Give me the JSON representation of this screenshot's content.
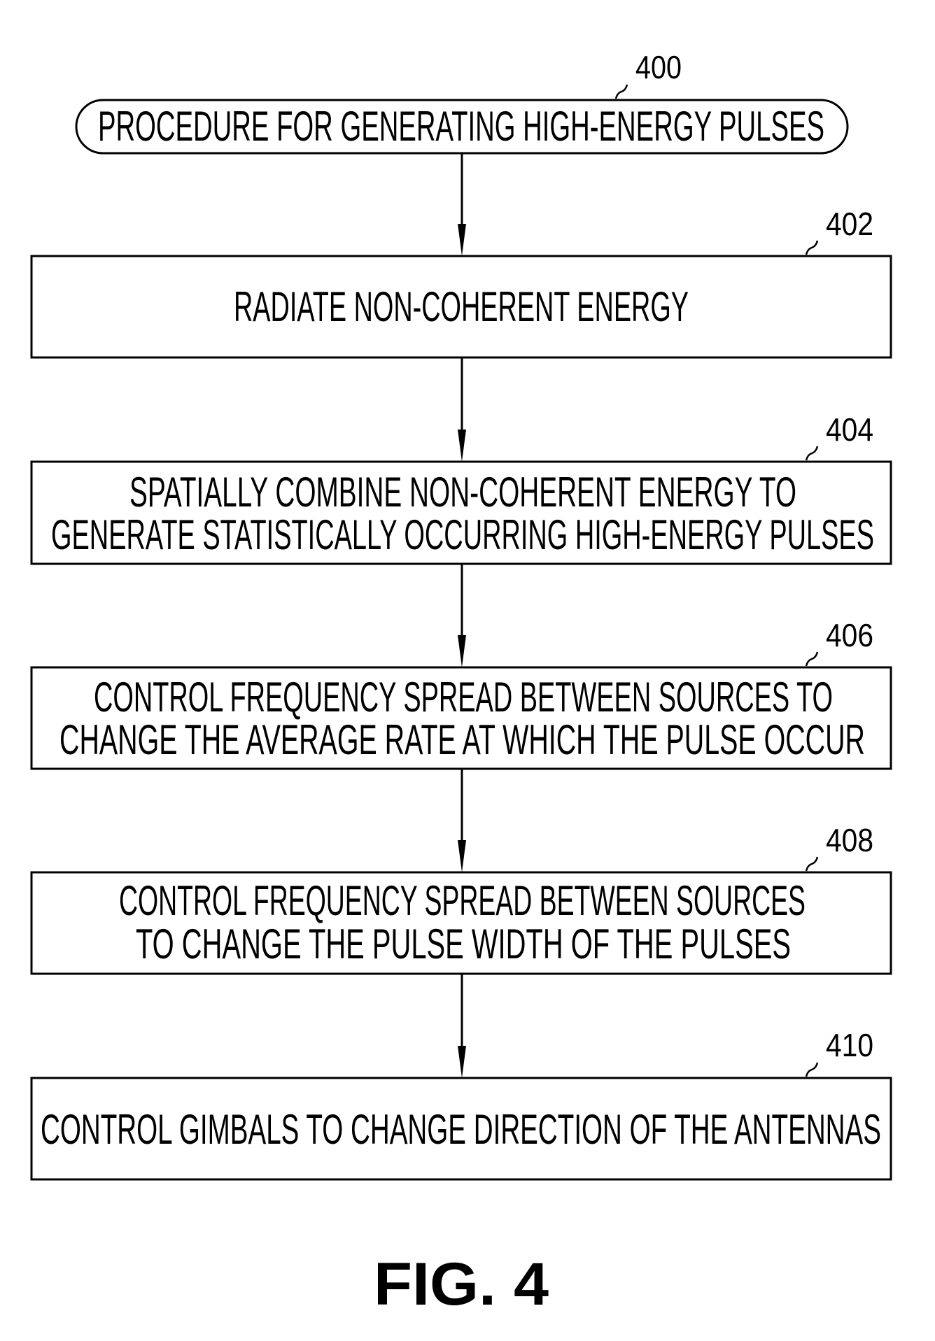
{
  "figure_label": "FIG. 4",
  "start": {
    "ref": "400",
    "text": "PROCEDURE FOR GENERATING HIGH-ENERGY PULSES"
  },
  "steps": [
    {
      "ref": "402",
      "lines": [
        "RADIATE NON-COHERENT ENERGY"
      ]
    },
    {
      "ref": "404",
      "lines": [
        "SPATIALLY COMBINE NON-COHERENT ENERGY TO",
        "GENERATE STATISTICALLY OCCURRING HIGH-ENERGY PULSES"
      ]
    },
    {
      "ref": "406",
      "lines": [
        "CONTROL FREQUENCY SPREAD BETWEEN SOURCES TO",
        "CHANGE THE AVERAGE RATE AT WHICH THE PULSE OCCUR"
      ]
    },
    {
      "ref": "408",
      "lines": [
        "CONTROL FREQUENCY SPREAD BETWEEN SOURCES",
        "TO CHANGE THE PULSE WIDTH OF THE PULSES"
      ]
    },
    {
      "ref": "410",
      "lines": [
        "CONTROL GIMBALS TO CHANGE DIRECTION OF THE ANTENNAS"
      ]
    }
  ]
}
